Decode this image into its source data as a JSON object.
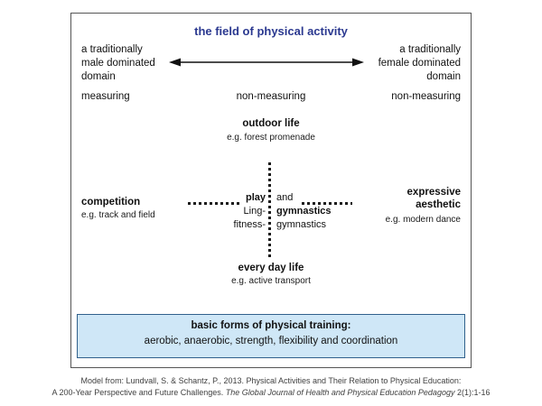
{
  "title": "the field of physical activity",
  "top": {
    "male_domain": "a traditionally\nmale dominated\ndomain",
    "female_domain": "a traditionally\nfemale dominated\ndomain",
    "measuring": "measuring",
    "non_measuring_center": "non-measuring",
    "non_measuring_right": "non-measuring"
  },
  "axis": {
    "outdoor": {
      "label": "outdoor life",
      "example": "e.g. forest promenade"
    },
    "everyday": {
      "label": "every day life",
      "example": "e.g. active transport"
    },
    "competition": {
      "label": "competition",
      "example": "e.g. track and field"
    },
    "expressive": {
      "label": "expressive\naesthetic",
      "example": "e.g. modern dance"
    }
  },
  "center": {
    "play": "play",
    "and": "and",
    "ling": "Ling-",
    "gymnastics_bold": "gymnastics",
    "fitness": "fitness-",
    "gymnastics": "gymnastics"
  },
  "training": {
    "heading": "basic forms of physical training:",
    "items": "aerobic, anaerobic, strength, flexibility and coordination"
  },
  "citation": {
    "line1": "Model from: Lundvall, S. & Schantz, P., 2013. Physical Activities and Their Relation to Physical Education:",
    "line2_plain": "A 200-Year Perspective and Future Challenges. ",
    "line2_italic": "The Global Journal of Health and Physical Education Pedagogy",
    "line2_tail": " 2(1):1-16"
  },
  "colors": {
    "title_blue": "#2b3990",
    "training_box_bg": "#cfe7f7",
    "training_box_border": "#31618c"
  }
}
